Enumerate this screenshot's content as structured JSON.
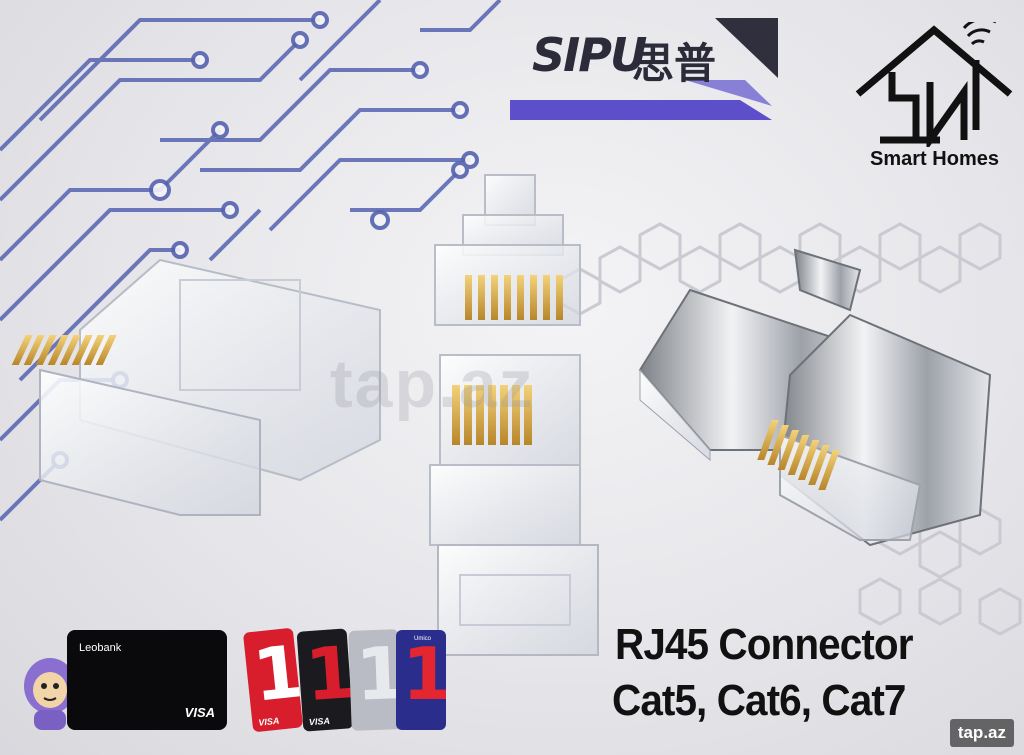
{
  "brand": {
    "sipu_word": "SIPU",
    "sipu_cn": "思普"
  },
  "smart_homes": {
    "name": "Smart Homes"
  },
  "product": {
    "title_line1": "RJ45 Connector",
    "title_line2": "Cat5, Cat6, Cat7"
  },
  "watermark": {
    "text": "tap.az",
    "site": "tap.az"
  },
  "cards": {
    "leobank": {
      "name": "Leobank",
      "network": "VISA"
    },
    "kapital_cards": [
      {
        "network": "VISA",
        "color": "#d81e2c"
      },
      {
        "network": "VISA",
        "color": "#1a1a1f"
      },
      {
        "network": "",
        "color": "#b9bcc4"
      },
      {
        "network": "",
        "color": "#2a2d8c",
        "label": "Umico"
      }
    ]
  },
  "colors": {
    "circuit": "#5663b0",
    "hexagon": "#c9cad2",
    "brand_dark": "#2b2b3a",
    "accent_purple": "#5c4fc9"
  }
}
